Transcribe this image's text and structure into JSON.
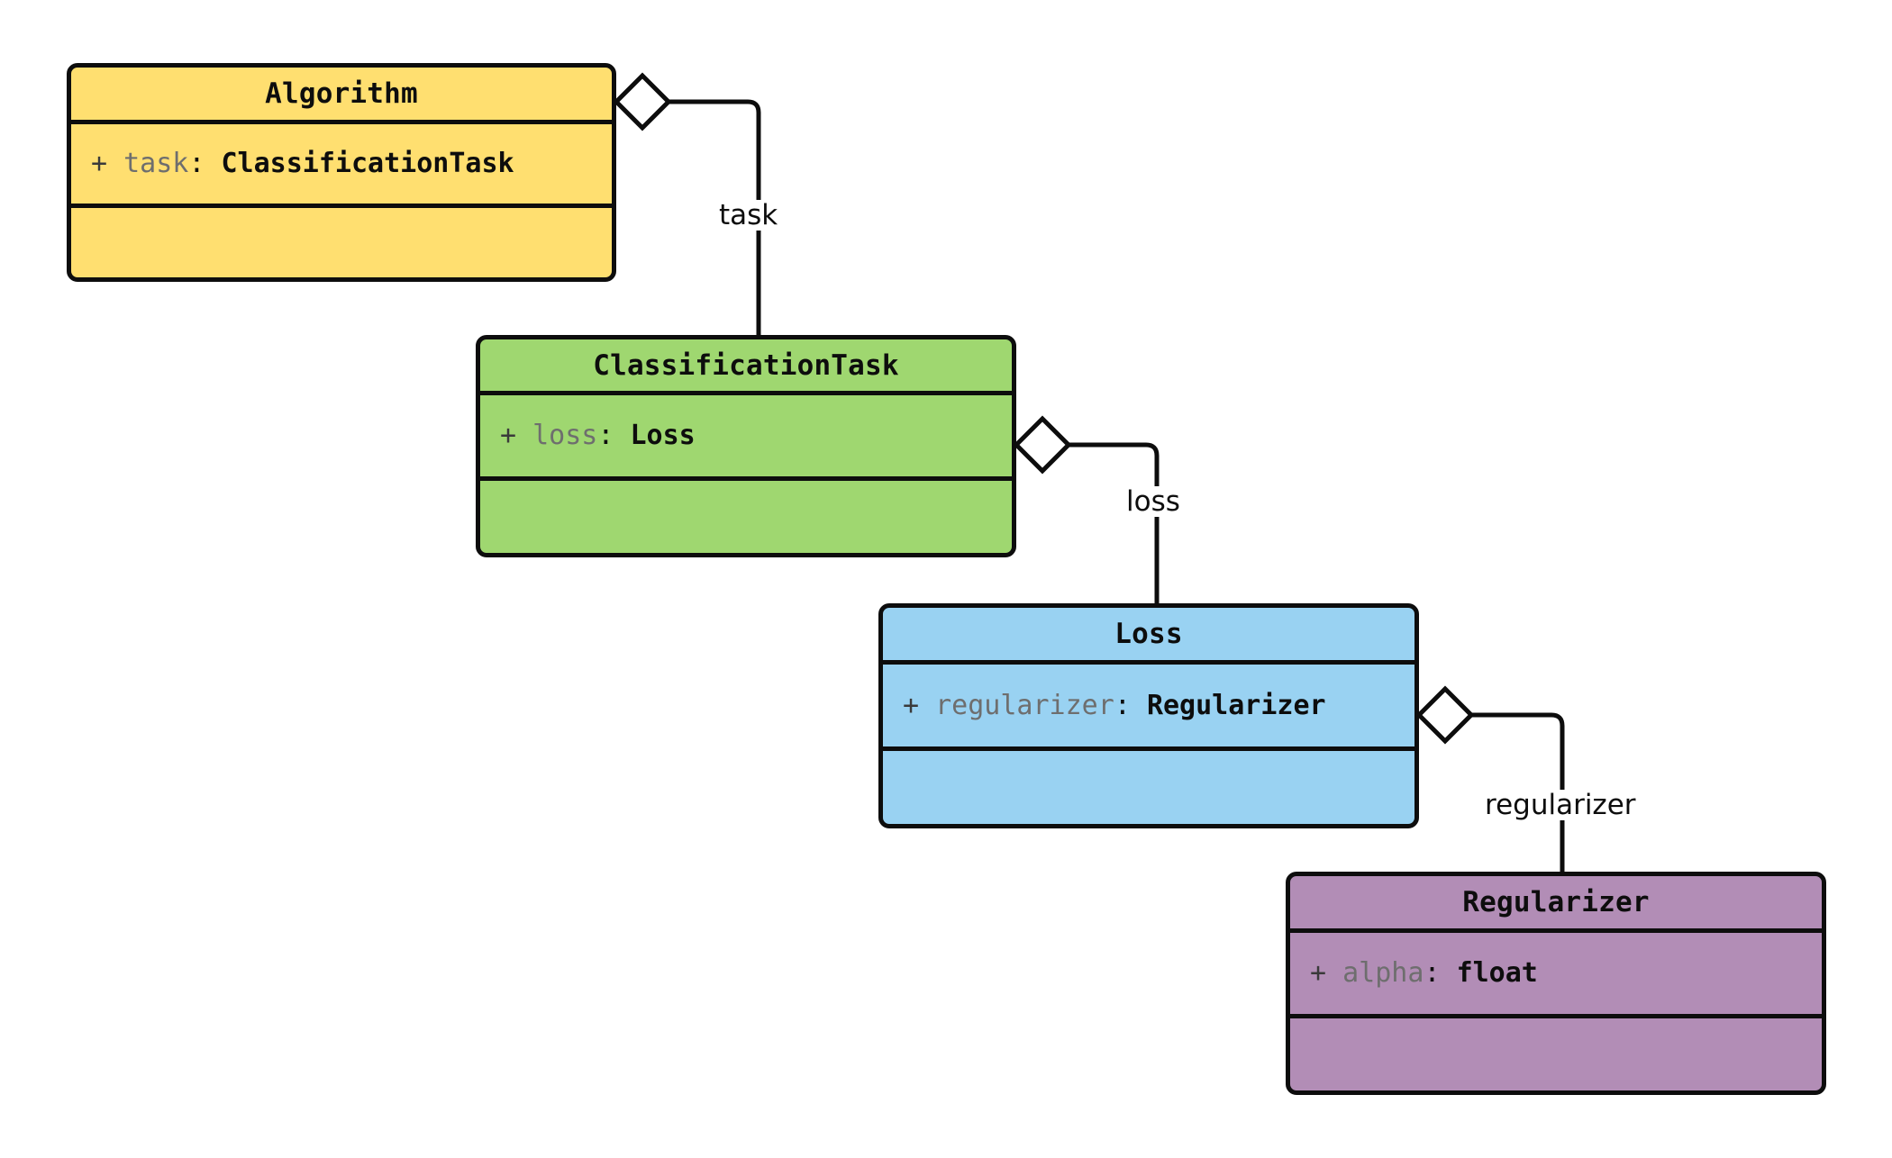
{
  "diagram": {
    "type": "uml-class-diagram",
    "background_color": "#ffffff",
    "stroke_color": "#0d0d0d",
    "classes": [
      {
        "id": "algorithm",
        "name": "Algorithm",
        "fill_color": "#FFDF70",
        "attributes": [
          {
            "visibility": "+",
            "name": "task",
            "colon": ":",
            "type": "ClassificationTask"
          }
        ],
        "methods": []
      },
      {
        "id": "classificationtask",
        "name": "ClassificationTask",
        "fill_color": "#9FD770",
        "attributes": [
          {
            "visibility": "+",
            "name": "loss",
            "colon": ":",
            "type": "Loss"
          }
        ],
        "methods": []
      },
      {
        "id": "loss",
        "name": "Loss",
        "fill_color": "#99D2F2",
        "attributes": [
          {
            "visibility": "+",
            "name": "regularizer",
            "colon": ":",
            "type": "Regularizer"
          }
        ],
        "methods": []
      },
      {
        "id": "regularizer",
        "name": "Regularizer",
        "fill_color": "#B28DB6",
        "attributes": [
          {
            "visibility": "+",
            "name": "alpha",
            "colon": ":",
            "type": "float"
          }
        ],
        "methods": []
      }
    ],
    "relations": [
      {
        "id": "task",
        "kind": "aggregation",
        "label": "task",
        "from": "Algorithm",
        "to": "ClassificationTask",
        "marker": "hollow-diamond"
      },
      {
        "id": "loss",
        "kind": "aggregation",
        "label": "loss",
        "from": "ClassificationTask",
        "to": "Loss",
        "marker": "hollow-diamond"
      },
      {
        "id": "regularizer",
        "kind": "aggregation",
        "label": "regularizer",
        "from": "Loss",
        "to": "Regularizer",
        "marker": "hollow-diamond"
      }
    ]
  }
}
